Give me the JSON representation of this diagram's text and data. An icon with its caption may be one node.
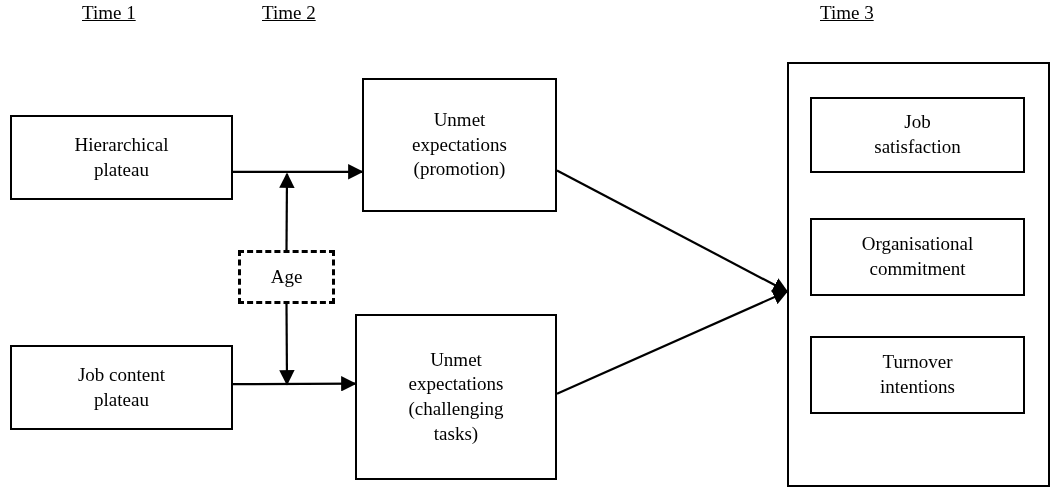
{
  "diagram": {
    "nodes": [
      {
        "text": [
          "Hierarchical plateau"
        ]
      },
      {
        "text": [
          "Unmet expectations (promotion)"
        ]
      },
      {
        "text": [
          "Age"
        ]
      },
      {
        "text": [
          "Job content plateau"
        ]
      },
      {
        "text": [
          "Unmet expectations (challenging tasks)"
        ]
      },
      {
        "text": [],
        "shape": "box"
      },
      {
        "text": [
          "Job satisfaction"
        ],
        "in": 5
      },
      {
        "text": [
          "Organisational commitment"
        ],
        "in": 5
      },
      {
        "text": [
          "Turnover intentions"
        ],
        "in": 5
      }
    ],
    "edges": [
      {
        "from": 0,
        "to": 1,
        "arrow": "to"
      },
      {
        "from": 2,
        "to": null,
        "arrow": "to"
      },
      {
        "from": 2,
        "to": null,
        "arrow": "to"
      },
      {
        "from": 3,
        "to": 4,
        "arrow": "to"
      },
      {
        "from": 1,
        "to": 5,
        "arrow": "to"
      },
      {
        "from": 4,
        "to": 5,
        "arrow": "to"
      }
    ],
    "labels": [
      "Time 1",
      "Time 2",
      "Time 3"
    ]
  }
}
